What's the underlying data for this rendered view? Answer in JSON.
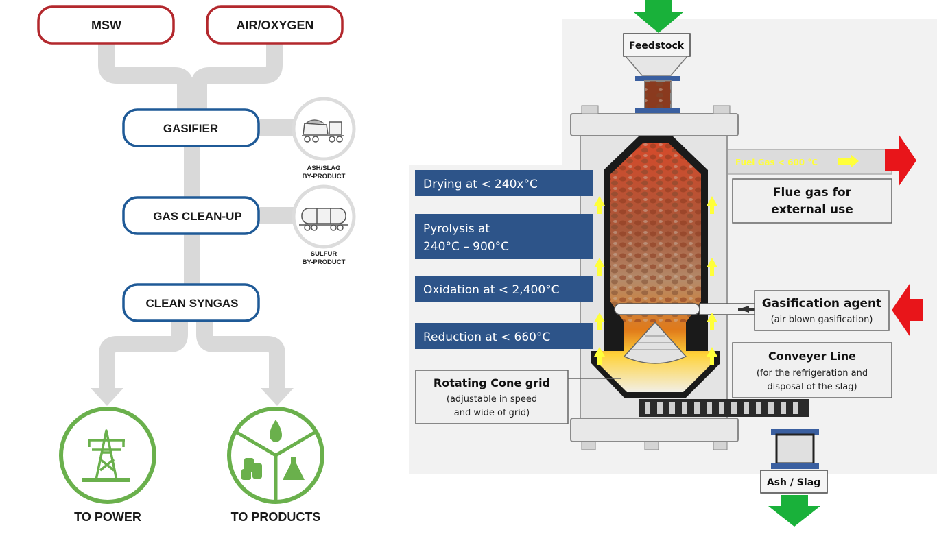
{
  "flowchart": {
    "inputs": [
      {
        "label": "MSW"
      },
      {
        "label": "AIR/OXYGEN"
      }
    ],
    "stages": [
      {
        "label": "GASIFIER",
        "byproduct": [
          "ASH/SLAG",
          "BY-PRODUCT"
        ],
        "byproduct_icon": "dump-truck-icon"
      },
      {
        "label": "GAS CLEAN-UP",
        "byproduct": [
          "SULFUR",
          "BY-PRODUCT"
        ],
        "byproduct_icon": "tank-car-icon"
      },
      {
        "label": "CLEAN SYNGAS"
      }
    ],
    "outputs": [
      {
        "label": "TO POWER",
        "icon": "power-tower-icon"
      },
      {
        "label": "TO PRODUCTS",
        "icon": "products-icon"
      }
    ]
  },
  "gasifier": {
    "feedstock": "Feedstock",
    "zones": [
      {
        "lines": [
          "Drying at < 240x°C"
        ]
      },
      {
        "lines": [
          "Pyrolysis at",
          "240°C – 900°C"
        ]
      },
      {
        "lines": [
          "Oxidation at < 2,400°C"
        ]
      },
      {
        "lines": [
          "Reduction at < 660°C"
        ]
      }
    ],
    "fuel_gas": "Fuel Gas < 600 °C",
    "flue_gas": [
      "Flue gas for",
      "external use"
    ],
    "gasification_agent": {
      "title": "Gasification agent",
      "subtitle": "(air blown gasification)"
    },
    "conveyer": {
      "title": "Conveyer Line",
      "subtitle": [
        "(for the refrigeration and",
        "disposal of the slag)"
      ]
    },
    "cone_grid": {
      "title": "Rotating Cone grid",
      "subtitle": [
        "(adjustable in speed",
        "and wide of grid)"
      ]
    },
    "ash_slag": "Ash / Slag"
  },
  "colors": {
    "input_border": "#b3282d",
    "stage_border": "#1f5a97",
    "output_green": "#6ab04c",
    "pipe_gray": "#d9d9d9",
    "zone_blue": "#2d5489",
    "arrow_red": "#e8151a",
    "arrow_green": "#19b13a"
  }
}
